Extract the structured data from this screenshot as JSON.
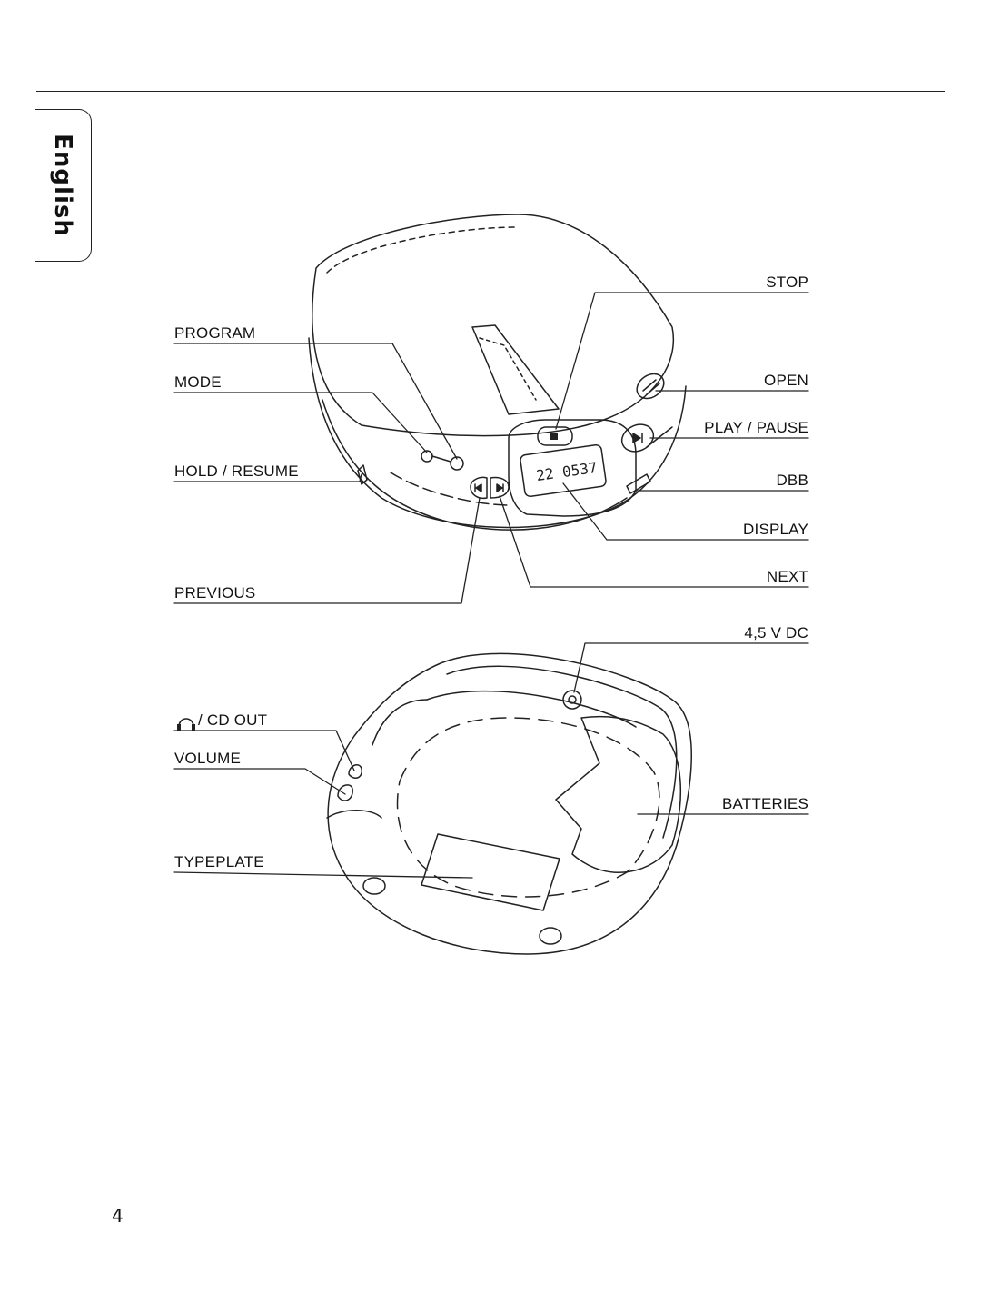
{
  "language_tab": "English",
  "page_number": "4",
  "labels": {
    "program": "PROGRAM",
    "mode": "MODE",
    "hold_resume": "HOLD / RESUME",
    "previous": "PREVIOUS",
    "stop": "STOP",
    "open": "OPEN",
    "play_pause": "PLAY / PAUSE",
    "dbb": "DBB",
    "display": "DISPLAY",
    "next": "NEXT",
    "dc_in": "4,5 V DC",
    "headphone_cd_out": "/ CD OUT",
    "volume": "VOLUME",
    "typeplate": "TYPEPLATE",
    "batteries": "BATTERIES"
  },
  "icons": {
    "headphone": "headphone-icon",
    "stop": "stop-icon",
    "play_pause": "play-pause-icon",
    "previous": "previous-icon",
    "next": "next-icon"
  },
  "lcd_text": "22 0537"
}
